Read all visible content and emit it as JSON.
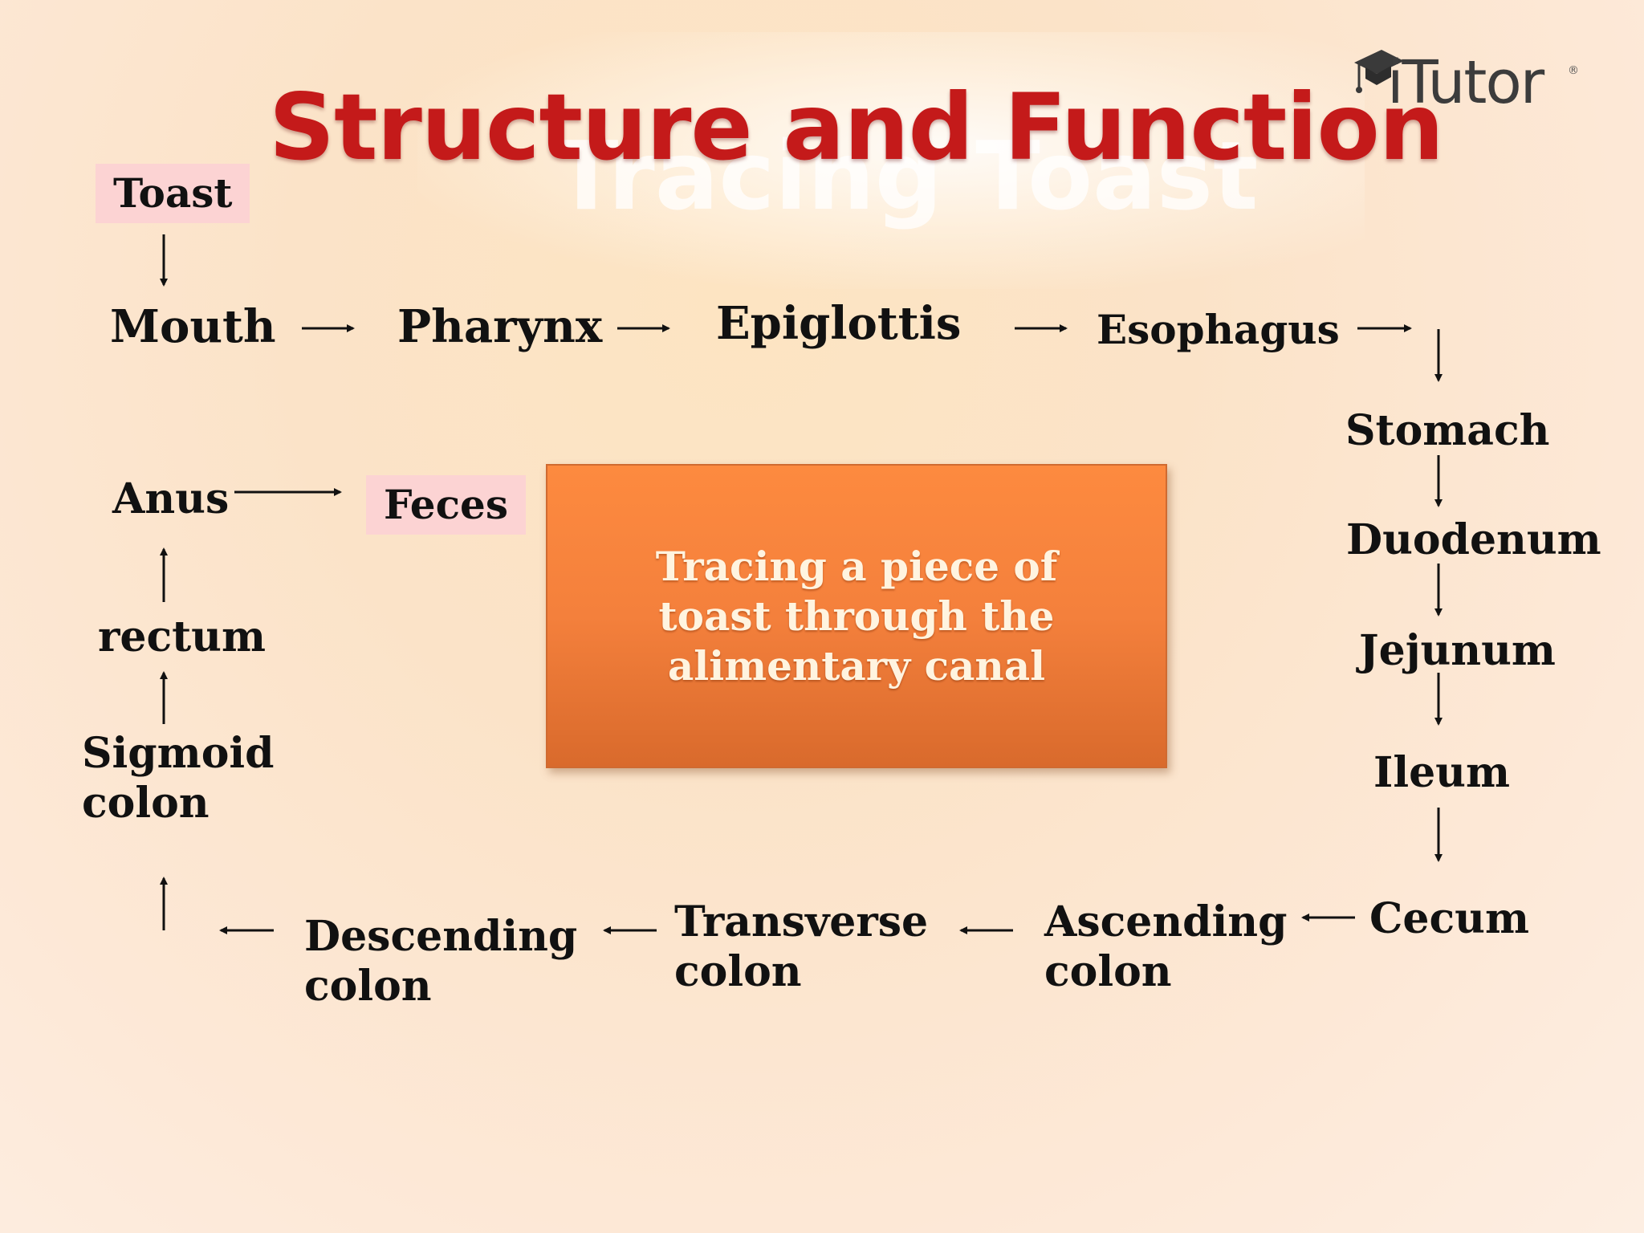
{
  "slide": {
    "title": "Structure and Function",
    "ghost_title": "Tracing Toast",
    "logo_text": "iTutor",
    "logo_reg": "®"
  },
  "nodes": {
    "toast": "Toast",
    "mouth": "Mouth",
    "pharynx": "Pharynx",
    "epiglottis": "Epiglottis",
    "esophagus": "Esophagus",
    "stomach": "Stomach",
    "duodenum": "Duodenum",
    "jejunum": "Jejunum",
    "ileum": "Ileum",
    "cecum": "Cecum",
    "ascending_colon": "Ascending\ncolon",
    "transverse_colon": "Transverse\ncolon",
    "descending_colon": "Descending\ncolon",
    "sigmoid_colon": "Sigmoid\ncolon",
    "rectum": "rectum",
    "anus": "Anus",
    "feces": "Feces"
  },
  "center_box": {
    "text": "Tracing a piece of\ntoast through the\nalimentary canal"
  },
  "colors": {
    "title": "#c41a1a",
    "label_highlight": "#fcd3d3",
    "center_box": "#f4803c"
  }
}
